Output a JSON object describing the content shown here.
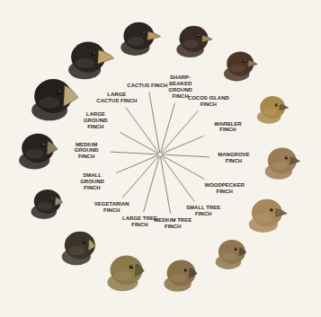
{
  "diagram": {
    "labels": [
      "CACTUS FINCH",
      "SHARP-BEAKED GROUND FINCH",
      "COCOS ISLAND FINCH",
      "WARBLER FINCH",
      "MANGROVE FINCH",
      "WOODPECKER FINCH",
      "SMALL TREE FINCH",
      "MEDIUM TREE FINCH",
      "LARGE TREE FINCH",
      "VEGETARIAN FINCH",
      "SMALL GROUND FINCH",
      "MEDIUM GROUND FINCH",
      "LARGE GROUND FINCH",
      "LARGE CACTUS FINCH"
    ]
  }
}
